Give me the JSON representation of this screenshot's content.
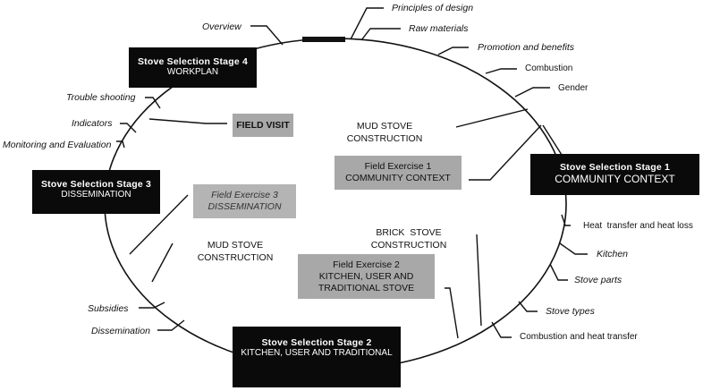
{
  "stages": [
    {
      "title": "Stove Selection Stage 1",
      "subtitle": "COMMUNITY CONTEXT"
    },
    {
      "title": "Stove Selection Stage 2",
      "subtitle": "KITCHEN, USER AND TRADITIONAL"
    },
    {
      "title": "Stove Selection Stage 3",
      "subtitle": "DISSEMINATION"
    },
    {
      "title": "Stove Selection Stage 4",
      "subtitle": "WORKPLAN"
    }
  ],
  "field_exercises": [
    {
      "line1": "Field Exercise 1",
      "line2": "COMMUNITY CONTEXT"
    },
    {
      "line1": "Field Exercise 2",
      "line2": "KITCHEN, USER AND",
      "line3": "TRADITIONAL STOVE"
    },
    {
      "line1": "Field Exercise 3",
      "line2": "DISSEMINATION"
    }
  ],
  "field_visit": "FIELD VISIT",
  "construction": {
    "mud_top": [
      "MUD STOVE",
      "CONSTRUCTION"
    ],
    "brick": [
      "BRICK  STOVE",
      "CONSTRUCTION"
    ],
    "mud_left": [
      "MUD STOVE",
      "CONSTRUCTION"
    ]
  },
  "topics": {
    "overview": "Overview",
    "principles": "Principles of design",
    "raw_materials": "Raw materials",
    "promotion": "Promotion and benefits",
    "combustion": "Combustion",
    "gender": "Gender",
    "heat_transfer": "Heat  transfer and heat loss",
    "kitchen": "Kitchen",
    "stove_parts": "Stove parts",
    "stove_types": "Stove types",
    "combustion_heat": "Combustion and heat transfer",
    "subsidies": "Subsidies",
    "dissemination": "Dissemination",
    "monitoring": "Monitoring and Evaluation",
    "indicators": "Indicators",
    "trouble": "Trouble shooting"
  }
}
